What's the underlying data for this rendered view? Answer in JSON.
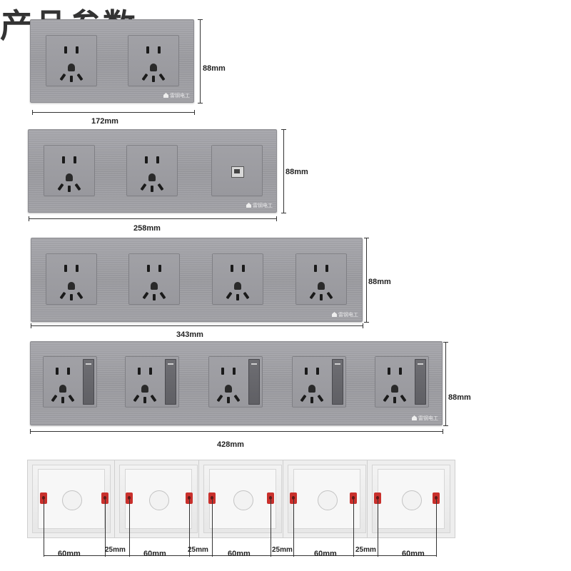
{
  "heading": "产品参数",
  "brand": "雷钢电工",
  "panels": [
    {
      "width_label": "172mm",
      "height_label": "88mm"
    },
    {
      "width_label": "258mm",
      "height_label": "88mm"
    },
    {
      "width_label": "343mm",
      "height_label": "88mm"
    },
    {
      "width_label": "428mm",
      "height_label": "88mm"
    }
  ],
  "box_dims": [
    "60mm",
    "25mm",
    "60mm",
    "25mm",
    "60mm",
    "25mm",
    "60mm",
    "25mm",
    "60mm"
  ]
}
